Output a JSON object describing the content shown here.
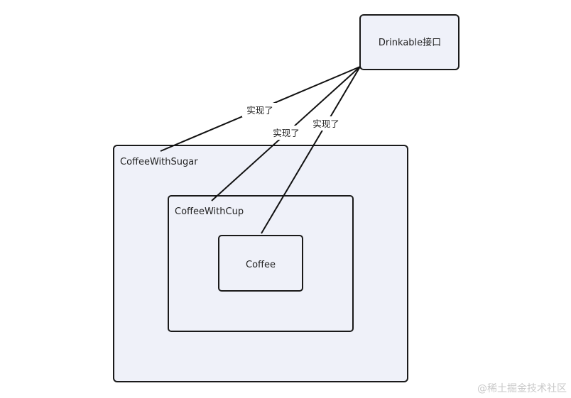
{
  "diagram": {
    "interface_node": {
      "label": "Drinkable接口"
    },
    "outer_node": {
      "label": "CoffeeWithSugar"
    },
    "middle_node": {
      "label": "CoffeeWithCup"
    },
    "inner_node": {
      "label": "Coffee"
    },
    "edges": [
      {
        "from": "CoffeeWithSugar",
        "to": "Drinkable接口",
        "label": "实现了"
      },
      {
        "from": "CoffeeWithCup",
        "to": "Drinkable接口",
        "label": "实现了"
      },
      {
        "from": "Coffee",
        "to": "Drinkable接口",
        "label": "实现了"
      }
    ]
  },
  "watermark": {
    "text": "@稀土掘金技术社区"
  }
}
